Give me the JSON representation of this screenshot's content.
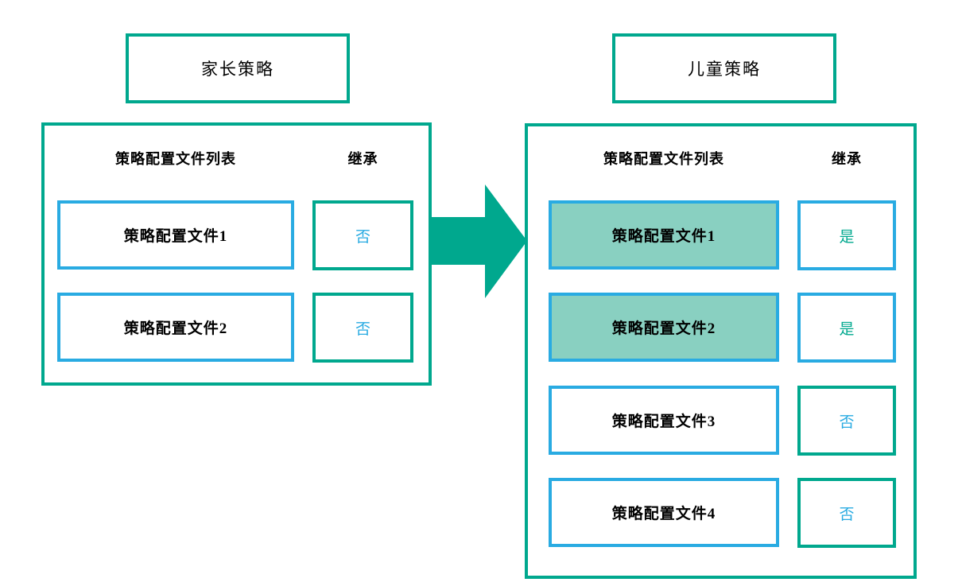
{
  "colors": {
    "teal": "#00A88E",
    "blue": "#29ABE2",
    "highlight_fill": "#89D0C1",
    "text": "#000000"
  },
  "parent_policy": {
    "title": "家长策略",
    "headers": {
      "profiles": "策略配置文件列表",
      "inheritance": "继承"
    },
    "rows": [
      {
        "label": "策略配置文件1",
        "inherited": "否",
        "highlighted": false
      },
      {
        "label": "策略配置文件2",
        "inherited": "否",
        "highlighted": false
      }
    ]
  },
  "child_policy": {
    "title": "儿童策略",
    "headers": {
      "profiles": "策略配置文件列表",
      "inheritance": "继承"
    },
    "rows": [
      {
        "label": "策略配置文件1",
        "inherited": "是",
        "highlighted": true
      },
      {
        "label": "策略配置文件2",
        "inherited": "是",
        "highlighted": true
      },
      {
        "label": "策略配置文件3",
        "inherited": "否",
        "highlighted": false
      },
      {
        "label": "策略配置文件4",
        "inherited": "否",
        "highlighted": false
      }
    ]
  },
  "arrow": {
    "meaning": "inheritance-flow",
    "direction": "right"
  }
}
